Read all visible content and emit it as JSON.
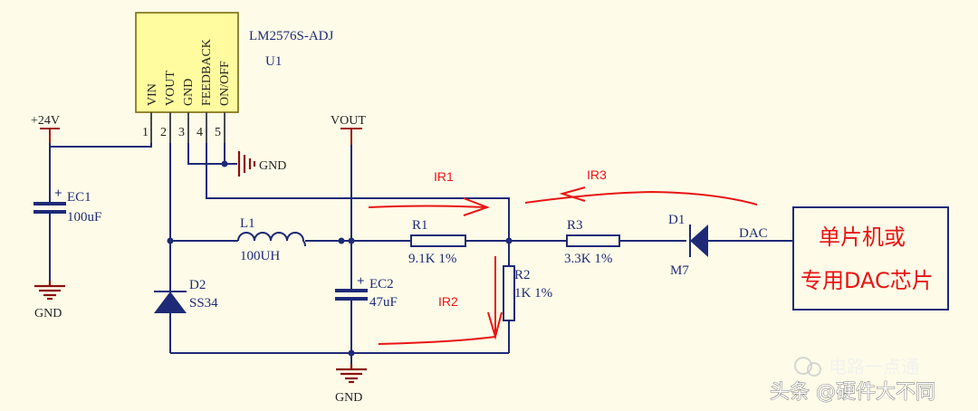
{
  "ic": {
    "part": "LM2576S-ADJ",
    "designator": "U1",
    "pin_names": [
      "VIN",
      "VOUT",
      "GND",
      "FEEDBACK",
      "ON/OFF"
    ],
    "pin_numbers": [
      "1",
      "2",
      "3",
      "4",
      "5"
    ]
  },
  "power": {
    "vin": "+24V",
    "vout": "VOUT",
    "gnd": "GND"
  },
  "components": {
    "ec1": {
      "ref": "EC1",
      "value": "100uF"
    },
    "ec2": {
      "ref": "EC2",
      "value": "47uF"
    },
    "l1": {
      "ref": "L1",
      "value": "100UH"
    },
    "d2": {
      "ref": "D2",
      "value": "SS34"
    },
    "r1": {
      "ref": "R1",
      "value": "9.1K 1%"
    },
    "r2": {
      "ref": "R2",
      "value": "1K 1%"
    },
    "r3": {
      "ref": "R3",
      "value": "3.3K 1%"
    },
    "d1": {
      "ref": "D1",
      "value": "M7"
    },
    "plus_mark": "+"
  },
  "net": {
    "dac": "DAC"
  },
  "currents": {
    "ir1": "IR1",
    "ir2": "IR2",
    "ir3": "IR3"
  },
  "box": {
    "line1": "单片机或",
    "line2": "专用DAC芯片"
  },
  "watermark": {
    "text1": "电路一点通",
    "text2": "头条 @硬件大不同"
  },
  "colors": {
    "wire": "#1e2a78",
    "ic_fill": "#fffb9e",
    "annotation": "#e81515",
    "ground": "#8b1010",
    "background": "#fefce8"
  }
}
